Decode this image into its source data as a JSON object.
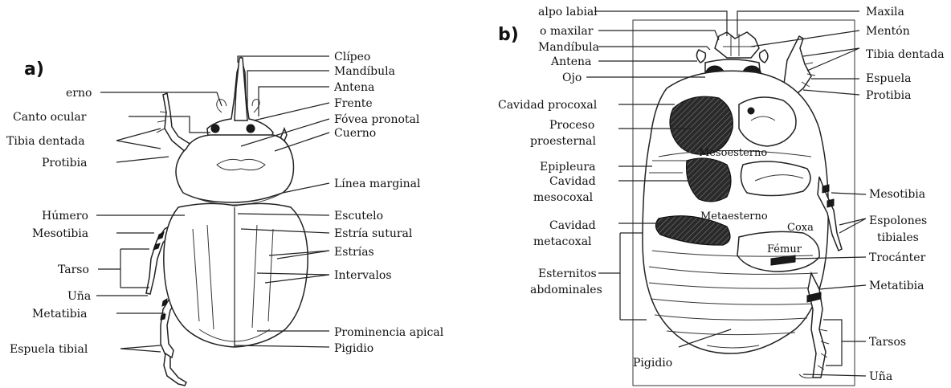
{
  "panel_a": {
    "tag": "a)",
    "labels": {
      "clipeo": "Clípeo",
      "mandibula": "Mandíbula",
      "antena": "Antena",
      "frente": "Frente",
      "fovea": "Fóvea pronotal",
      "cuerno": "Cuerno",
      "esterno": "erno",
      "canto_ocular": "Canto ocular",
      "tibia_dentada": "Tibia dentada",
      "protibia": "Protibia",
      "linea_marginal": "Línea marginal",
      "humero": "Húmero",
      "escutelo": "Escutelo",
      "mesotibia": "Mesotibia",
      "estria_sutural": "Estría sutural",
      "estrias": "Estrías",
      "tarso": "Tarso",
      "intervalos": "Intervalos",
      "una": "Uña",
      "metatibia": "Metatibia",
      "prominencia_apical": "Prominencia apical",
      "espuela_tibial": "Espuela tibial",
      "pigidio": "Pigidio"
    }
  },
  "panel_b": {
    "tag": "b)",
    "labels": {
      "palpo_labial": "alpo labial",
      "palpo_maxilar": "o maxilar",
      "mandibula": "Mandíbula",
      "antena": "Antena",
      "ojo": "Ojo",
      "maxila": "Maxila",
      "menton": "Mentón",
      "tibia_dentada": "Tibia dentada",
      "espuela": "Espuela",
      "protibia": "Protibia",
      "cavidad_procoxal": "Cavidad procoxal",
      "proceso_1": "Proceso",
      "proceso_2": "proesternal",
      "epipleura": "Epipleura",
      "cavidad_meso_1": "Cavidad",
      "cavidad_meso_2": "mesocoxal",
      "cavidad_meta_1": "Cavidad",
      "cavidad_meta_2": "metacoxal",
      "esternitos_1": "Esternitos",
      "esternitos_2": "abdominales",
      "pigidio": "Pigidio",
      "mesotibia": "Mesotibia",
      "espolones_1": "Espolones",
      "espolones_2": "tibiales",
      "trocanter": "Trocánter",
      "metatibia": "Metatibia",
      "tarsos": "Tarsos",
      "una": "Uña",
      "mesoesterno": "Mesoesterno",
      "metaesterno": "Metaesterno",
      "coxa": "Coxa",
      "femur": "Fémur"
    }
  }
}
